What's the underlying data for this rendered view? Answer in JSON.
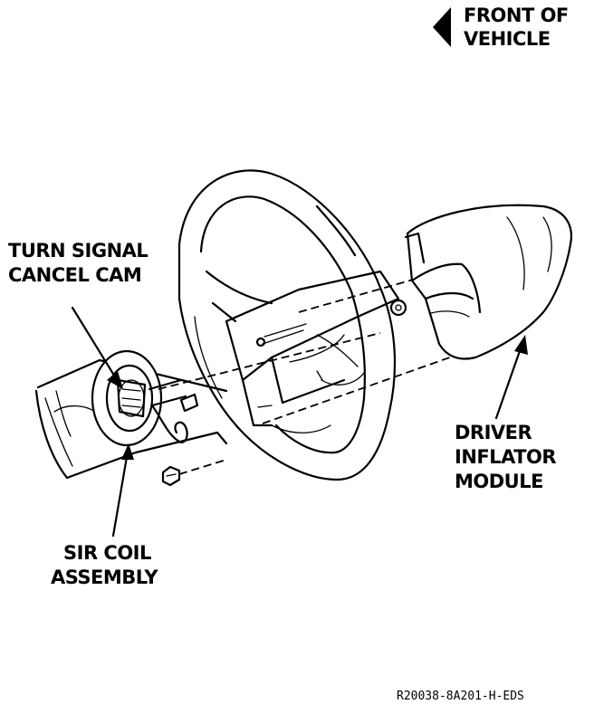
{
  "labels": {
    "front_of_vehicle_line1": "FRONT OF",
    "front_of_vehicle_line2": "VEHICLE",
    "turn_signal_line1": "TURN SIGNAL",
    "turn_signal_line2": "CANCEL CAM",
    "driver_inflator_line1": "DRIVER",
    "driver_inflator_line2": "INFLATOR",
    "driver_inflator_line3": "MODULE",
    "sir_coil_line1": "SIR COIL",
    "sir_coil_line2": "ASSEMBLY",
    "figure_code": "R20038-8A201-H-EDS"
  },
  "colors": {
    "ink": "#000000",
    "background": "#ffffff"
  }
}
